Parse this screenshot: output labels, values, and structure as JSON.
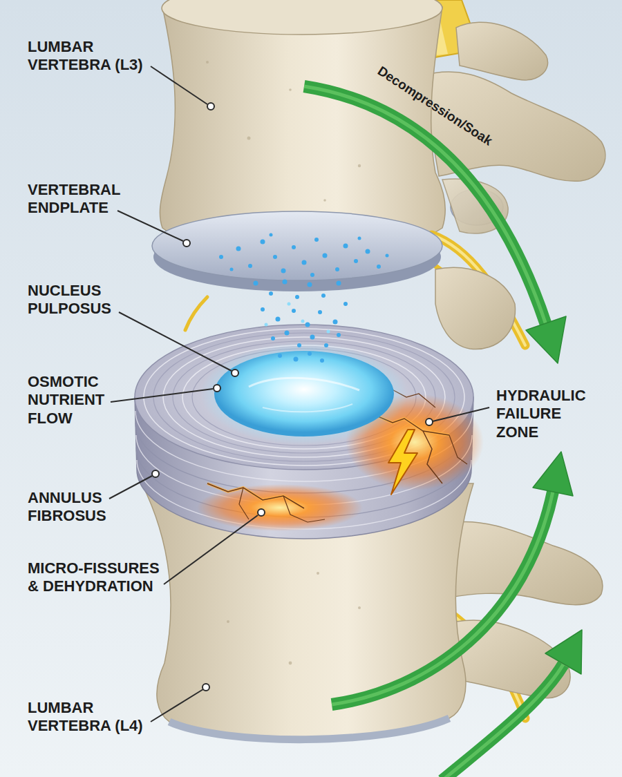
{
  "diagram": {
    "labels": [
      "LUMBAR VERTEBRA (L3)",
      "Decompression/Soak",
      "VERTEBRAL ENDPLATE",
      "NUCLEUS PULPOSUS",
      "OSMOTIC NUTRIENT FLOW",
      "HYDRAULIC FAILURE ZONE",
      "ANNULUS FIBROSUS",
      "MICRO-FISSURES & DEHYDRATION",
      "LUMBAR VERTEBRA (L4)"
    ]
  }
}
